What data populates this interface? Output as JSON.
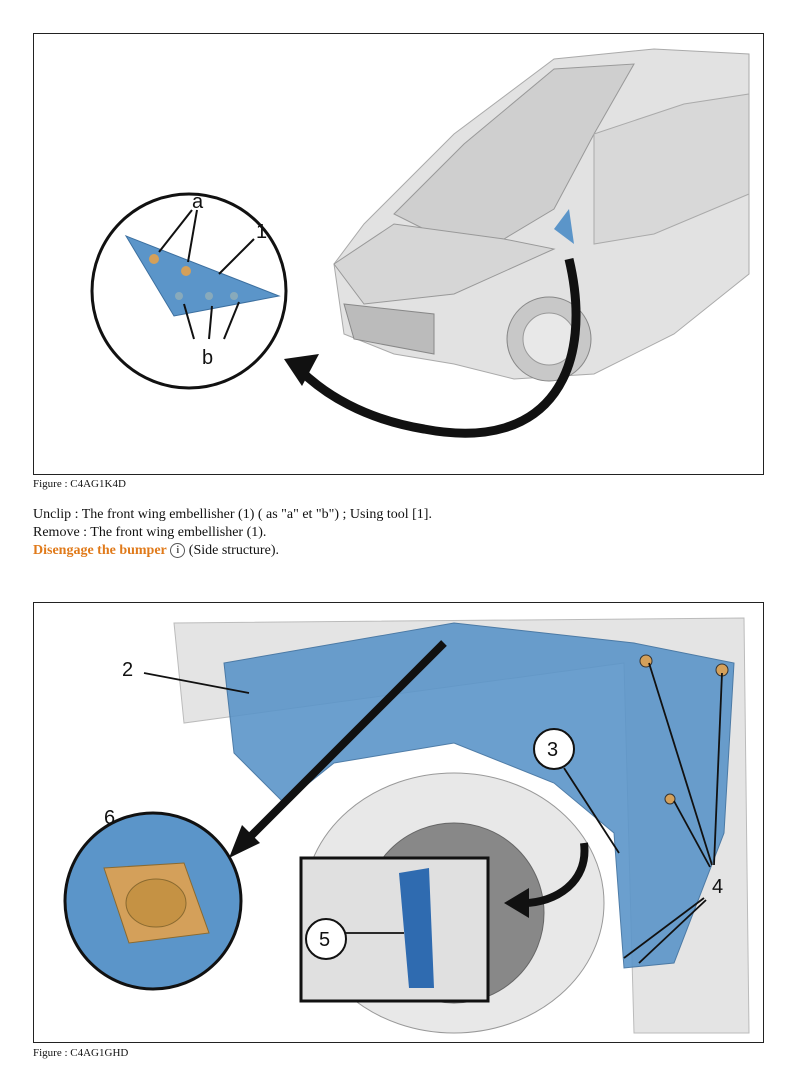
{
  "figure1": {
    "caption": "Figure : C4AG1K4D",
    "callouts": {
      "a": "a",
      "one": "1",
      "b": "b"
    }
  },
  "instructions": {
    "line1": "Unclip : The front wing embellisher (1) ( as \"a\" et \"b\") ; Using tool [1].",
    "line2": "Remove : The front wing embellisher (1).",
    "link_label": "Disengage the bumper",
    "info_icon": "i",
    "link_suffix": "(Side structure)."
  },
  "figure2": {
    "caption": "Figure : C4AG1GHD",
    "callouts": {
      "two": "2",
      "three": "3",
      "four": "4",
      "five": "5",
      "six": "6"
    }
  },
  "colors": {
    "link": "#e07a1a",
    "part_blue": "#5b95c9",
    "clip_gold": "#d4a05a"
  }
}
